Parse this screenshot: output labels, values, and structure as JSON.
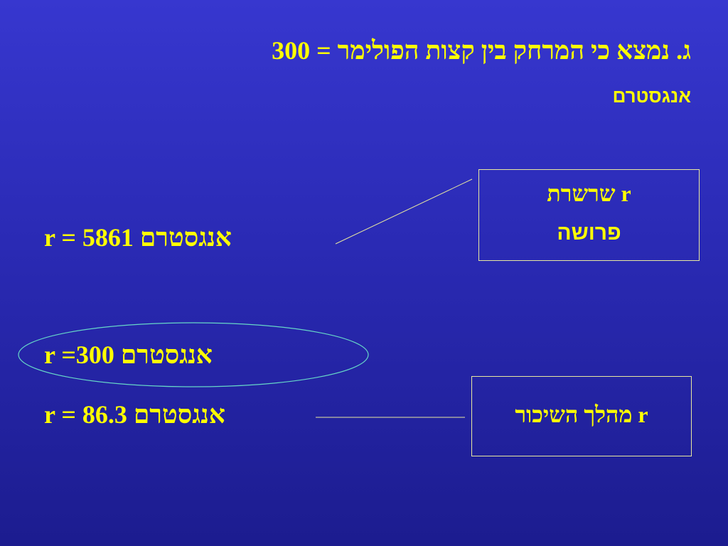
{
  "slide": {
    "title_line1": "ג. נמצא כי המרחק בין קצות הפולימר = 300",
    "title_line2": "אנגסטרם",
    "box_extended": {
      "line1": "r שרשרת",
      "line2": "פרושה"
    },
    "box_walk": {
      "label": "r מהלך השיכור"
    },
    "r_value_1": "r = 5861 אנגסטרם",
    "r_value_2": "r =300 אנגסטרם",
    "r_value_3": "r = 86.3 אנגסטרם"
  },
  "colors": {
    "background_top": "#3737cf",
    "background_bottom": "#1c1c8f",
    "text": "#ffff00",
    "connector_line": "#e8e8a0",
    "ellipse": "#66d6c8"
  }
}
